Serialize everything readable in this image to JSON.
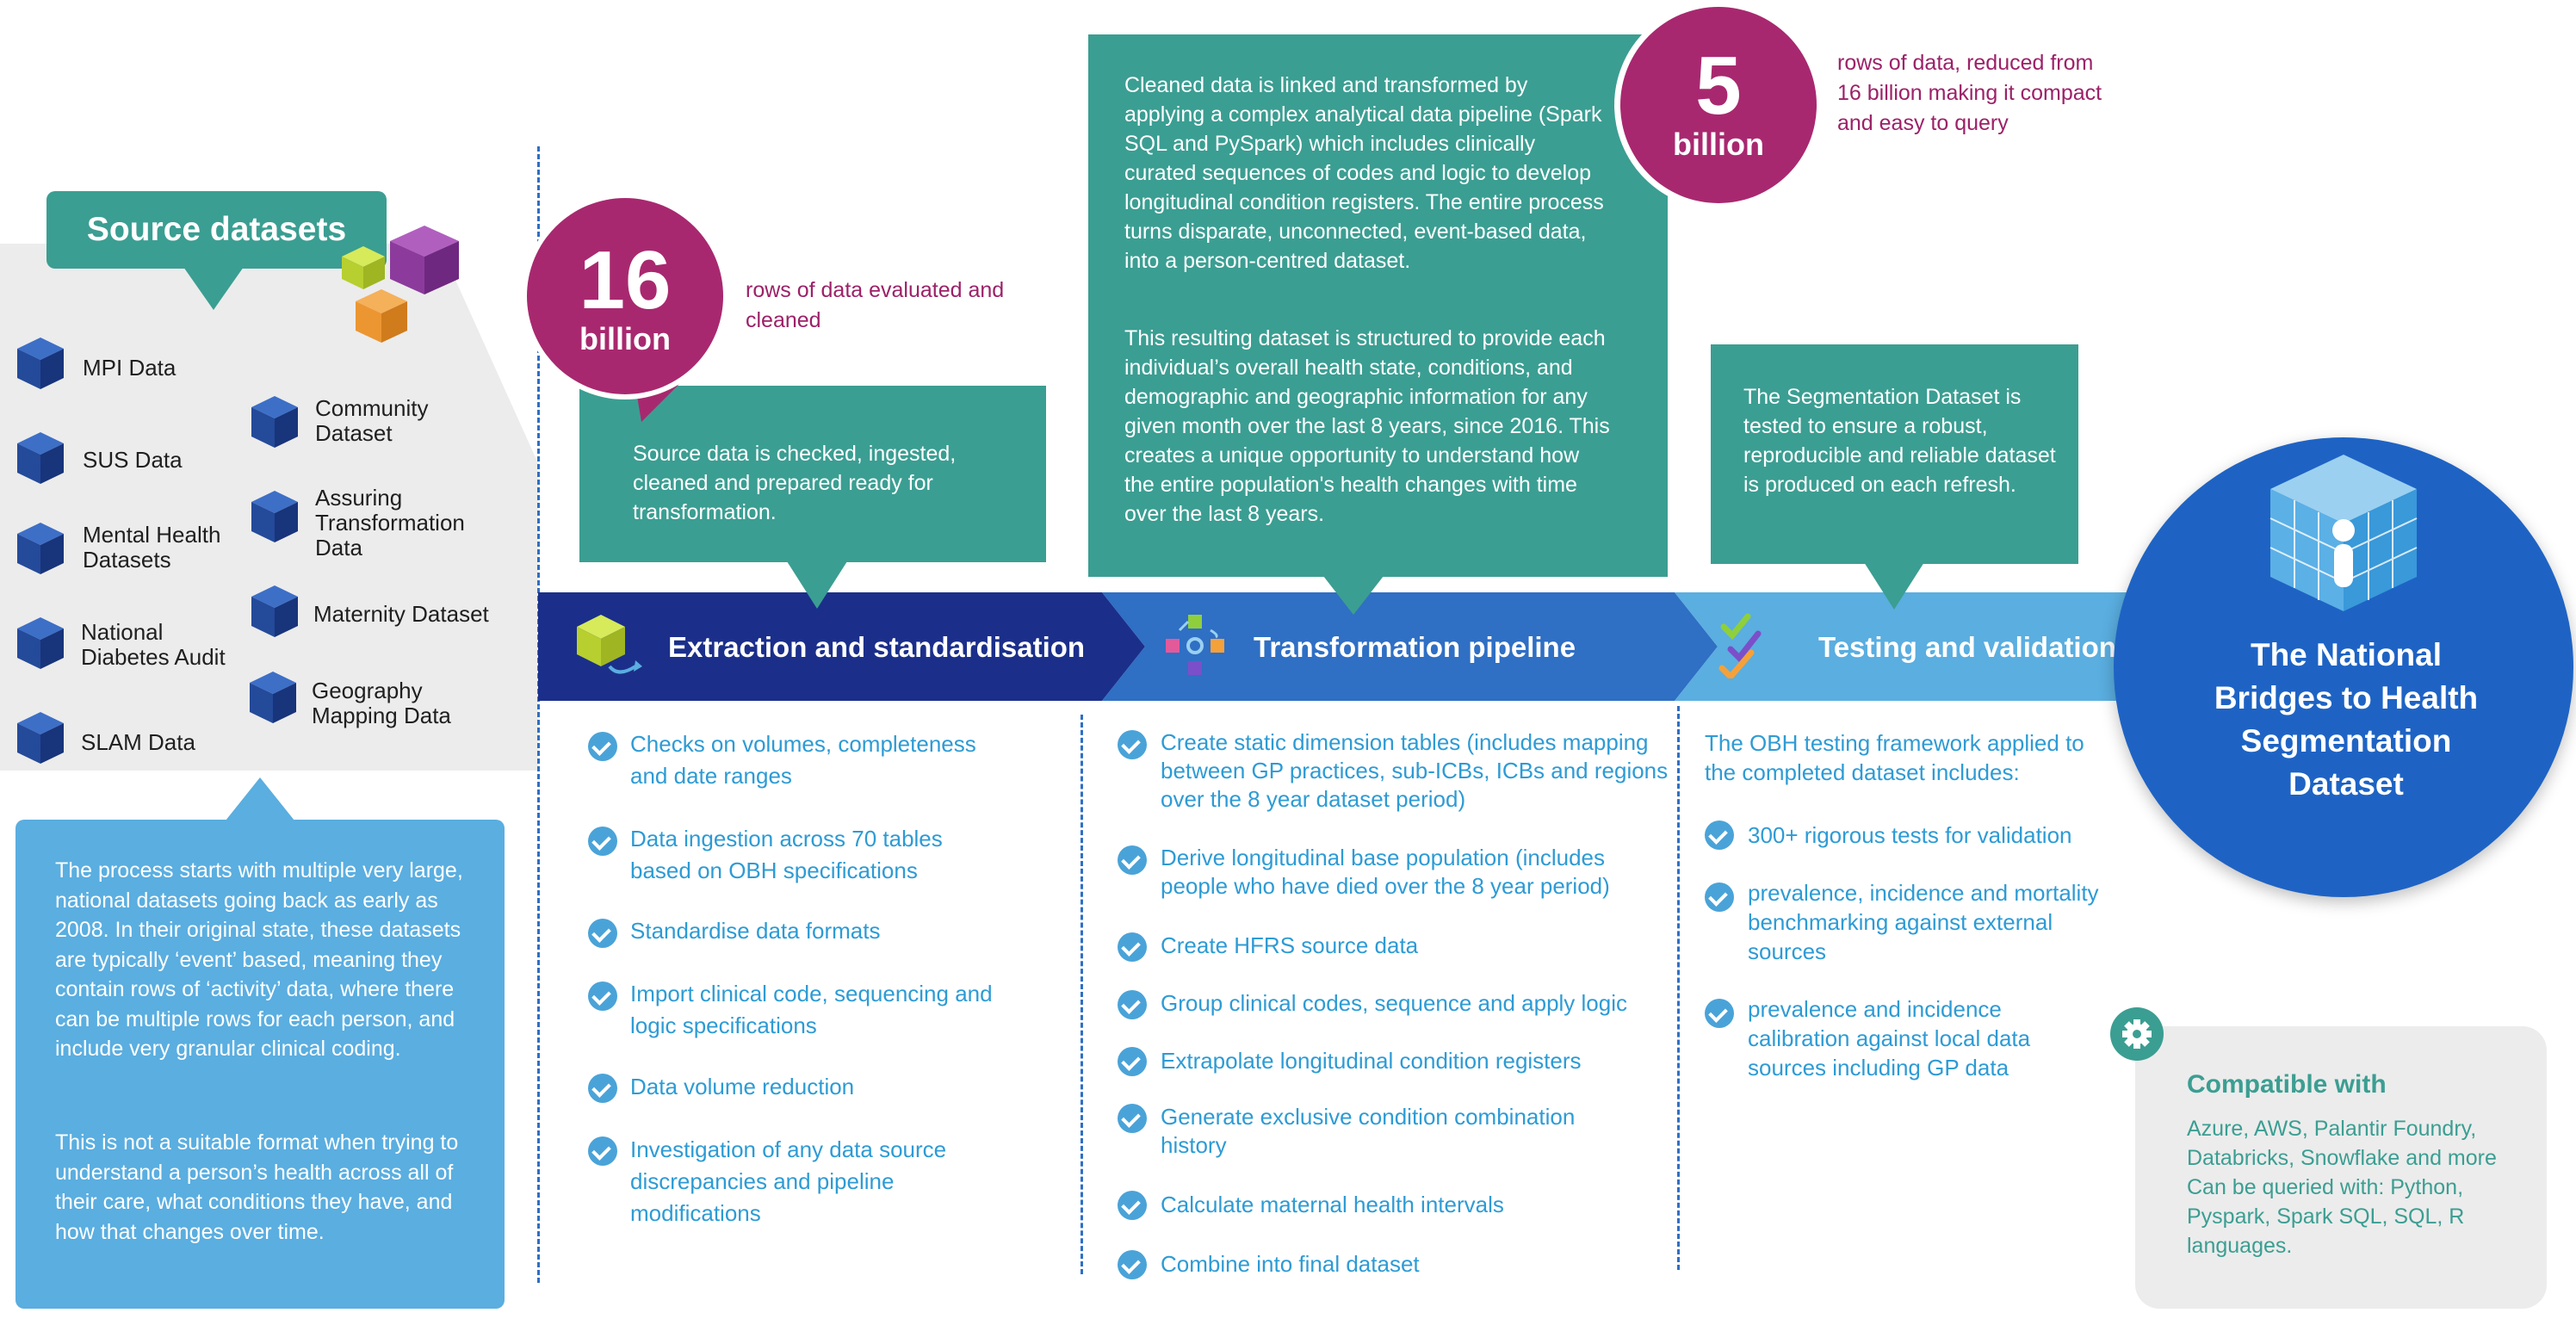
{
  "source": {
    "title": "Source datasets",
    "items_left": [
      "MPI Data",
      "SUS Data",
      "Mental Health Datasets",
      "National Diabetes Audit",
      "SLAM Data"
    ],
    "items_right": [
      "Community Dataset",
      "Assuring Transformation Data",
      "Maternity Dataset",
      "Geography Mapping Data"
    ],
    "desc1": "The process starts with multiple very large, national datasets going back as early as 2008. In their original state, these datasets are typically ‘event’ based, meaning they contain rows of ‘activity’ data, where there can be multiple rows for each person, and include very granular clinical coding.",
    "desc2": "This is not a suitable format when trying to understand a person’s health across all of their care, what conditions they have, and how that changes over time."
  },
  "stat16": {
    "number": "16",
    "unit": "billion",
    "caption": "rows of data evaluated and cleaned"
  },
  "stat5": {
    "number": "5",
    "unit": "billion",
    "caption": "rows of data, reduced from 16 billion making it compact and easy to query"
  },
  "callouts": {
    "extraction": "Source data is checked, ingested, cleaned and prepared ready for transformation.",
    "transformation1": "Cleaned data is linked and transformed by applying a complex analytical data pipeline (Spark SQL and PySpark) which includes clinically curated sequences of codes and logic to develop longitudinal condition registers. The entire process turns disparate, unconnected, event-based data, into a person-centred dataset.",
    "transformation2": "This resulting dataset is structured to provide each individual’s overall health state, conditions, and demographic and geographic information for any given month over the last 8 years, since 2016. This creates a unique opportunity to understand how the entire population's health changes with time over the last 8 years.",
    "testing": "The Segmentation Dataset is tested to ensure a robust, reproducible and reliable dataset is produced on each refresh."
  },
  "stages": {
    "extraction": "Extraction and standardisation",
    "transformation": "Transformation pipeline",
    "testing": "Testing and validation"
  },
  "extraction_items": [
    "Checks on volumes, completeness and date ranges",
    "Data ingestion across 70 tables based on OBH specifications",
    "Standardise data formats",
    "Import clinical code, sequencing and logic specifications",
    "Data volume reduction",
    "Investigation of any data source discrepancies and pipeline modifications"
  ],
  "transformation_items": [
    "Create static dimension tables (includes mapping between GP practices, sub-ICBs, ICBs and regions over the 8 year dataset period)",
    "Derive longitudinal base population (includes people who have died over the 8 year period)",
    "Create HFRS source data",
    "Group clinical codes, sequence and apply logic",
    "Extrapolate longitudinal condition registers",
    "Generate exclusive condition combination history",
    "Calculate maternal health intervals",
    "Combine into final dataset"
  ],
  "testing": {
    "intro": "The OBH testing framework applied to the completed dataset includes:",
    "items": [
      "300+ rigorous tests for validation",
      "prevalence, incidence and mortality benchmarking against external sources",
      "prevalence and incidence calibration against local data sources including GP data"
    ]
  },
  "result": {
    "title": "The National Bridges to Health Segmentation Dataset"
  },
  "compatible": {
    "title": "Compatible with",
    "text": "Azure, AWS, Palantir Foundry, Databricks, Snowflake and more Can be queried with: Python, Pyspark, Spark SQL, SQL, R languages."
  },
  "colors": {
    "teal": "#3b9e92",
    "magenta": "#a8286f",
    "navy": "#1b2f8a",
    "blue": "#2f6fc4",
    "lightblue": "#5aaee0",
    "text_blue": "#2d9bd5"
  }
}
